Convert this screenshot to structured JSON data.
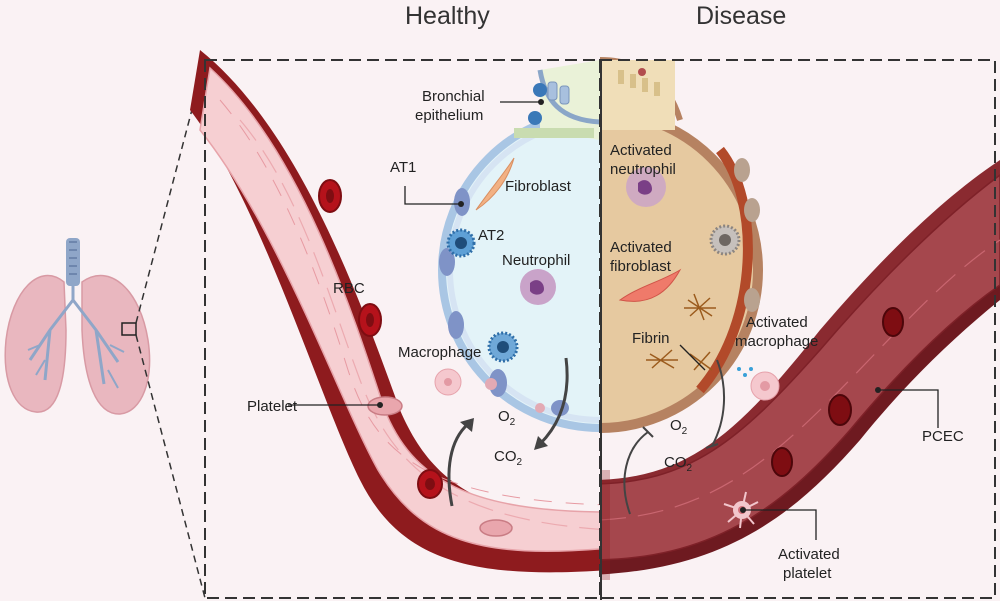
{
  "headers": {
    "healthy": "Healthy",
    "disease": "Disease"
  },
  "labels": {
    "bronchial_1": "Bronchial",
    "bronchial_2": "epithelium",
    "at1": "AT1",
    "at2": "AT2",
    "fibroblast": "Fibroblast",
    "neutrophil": "Neutrophil",
    "rbc": "RBC",
    "macrophage": "Macrophage",
    "platelet": "Platelet",
    "act_neutrophil_1": "Activated",
    "act_neutrophil_2": "neutrophil",
    "act_fibroblast_1": "Activated",
    "act_fibroblast_2": "fibroblast",
    "fibrin": "Fibrin",
    "act_macrophage_1": "Activated",
    "act_macrophage_2": "macrophage",
    "pcec": "PCEC",
    "act_platelet_1": "Activated",
    "act_platelet_2": "platelet"
  },
  "gas": {
    "o2_main": "O",
    "o2_sub": "2",
    "co2_main": "CO",
    "co2_sub": "2"
  },
  "colors": {
    "background": "#faf2f4",
    "vessel_outer": "#8e1b1e",
    "vessel_lumen": "#f6cfd2",
    "disease_tint": "#8a5a2c",
    "alveolus_fill": "#e3f3f8",
    "alveolus_disease": "#e6c9a0",
    "rbc": "#b5121b",
    "lung": "#e9b7bf"
  },
  "icons": [
    "lung-icon",
    "rbc-icon",
    "platelet-icon",
    "macrophage-icon",
    "neutrophil-icon",
    "fibroblast-icon",
    "fibrin-icon"
  ]
}
